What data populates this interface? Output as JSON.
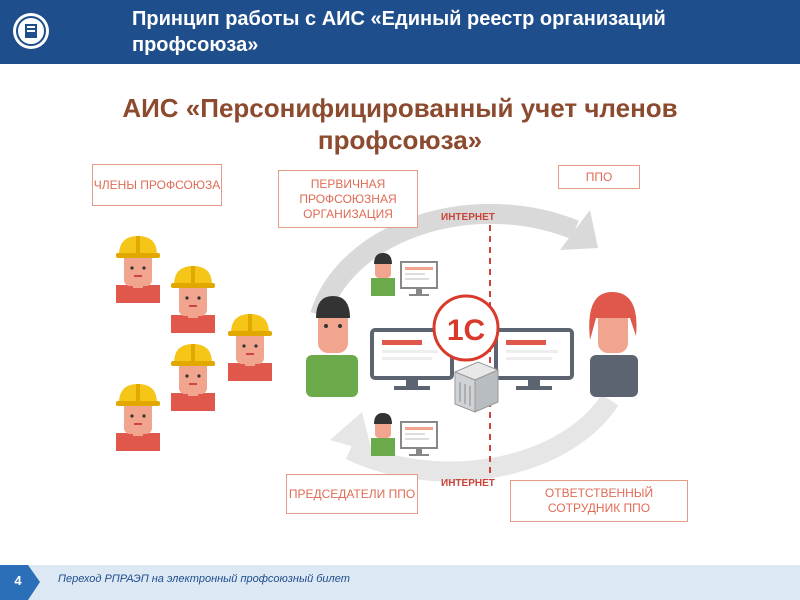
{
  "header": {
    "title": "Принцип работы с АИС «Единый реестр организаций профсоюза»"
  },
  "main_title": "АИС «Персонифицированный учет членов профсоюза»",
  "labels": {
    "members": "ЧЛЕНЫ ПРОФСОЮЗА",
    "primary_org": "ПЕРВИЧНАЯ ПРОФСОЮЗНАЯ ОРГАНИЗАЦИЯ",
    "ppo": "ППО",
    "chairmen": "ПРЕДСЕДАТЕЛИ ППО",
    "responsible": "ОТВЕТСТВЕННЫЙ СОТРУДНИК ППО"
  },
  "internet_top": "ИНТЕРНЕТ",
  "internet_bottom": "ИНТЕРНЕТ",
  "logo_1c": "1С",
  "footer": {
    "page_number": "4",
    "text": "Переход РПРАЭП на электронный профсоюзный билет"
  },
  "colors": {
    "header_bg": "#1f4e8c",
    "title_brown": "#8c4a2f",
    "accent_red": "#e06b55",
    "helmet_yellow": "#f5c518",
    "skin": "#f2a58e",
    "shirt_red": "#e0584c",
    "shirt_green": "#6aaa4a",
    "arrow_gray": "#d9d9d9"
  }
}
